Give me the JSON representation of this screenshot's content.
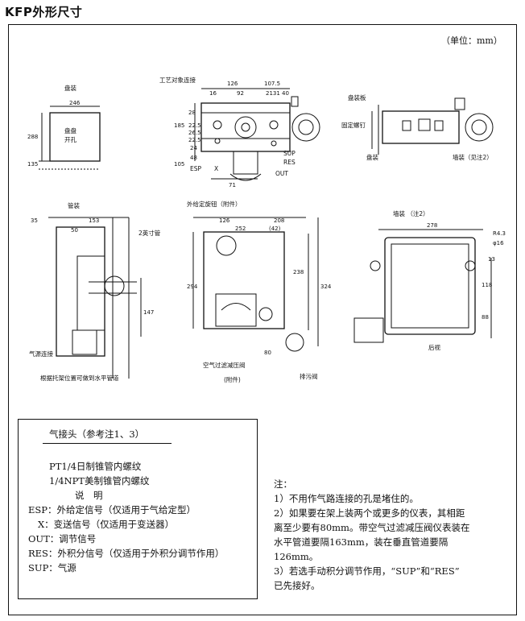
{
  "title": "KFP外形尺寸",
  "unit": "（单位：mm）",
  "views": {
    "panel": {
      "label": "盘装",
      "w": "246",
      "h": "288",
      "o": "135",
      "hole": "盘盘开孔",
      "hole_lines": [
        "盘盘",
        "开孔"
      ]
    },
    "front_top": {
      "conn": "工艺对象连接",
      "dims_top": [
        "126",
        "107.5"
      ],
      "dims_top2": [
        "16",
        "92",
        "2131",
        "40"
      ],
      "dims_left": [
        "28",
        "22.5",
        "26.5",
        "22.5",
        "185",
        "24",
        "48",
        "105"
      ],
      "dim_bottom": "71",
      "ports": [
        "SUP",
        "RES",
        "OUT"
      ],
      "esp": "ESP",
      "x": "X"
    },
    "side_top": {
      "label1": "盘装",
      "label2": "墙装（见注2）",
      "plate": "盘装板",
      "screw": "固定螺钉"
    },
    "pipe": {
      "label": "管装",
      "dims": [
        "35",
        "153",
        "50",
        "147"
      ],
      "pipe_label": "2英寸管",
      "conn": "气源连接",
      "bottom": "根据托架位置可做到水平管道"
    },
    "front_mid": {
      "label": "外给定旋钮（附件）",
      "dims_top": [
        "126",
        "208",
        "252",
        "(42)"
      ],
      "dims_side": [
        "294",
        "238",
        "324"
      ],
      "dim_bottom": "80",
      "filter": "空气过滤减压阀",
      "attach": "(附件)",
      "drain": "排污阀"
    },
    "wall": {
      "label": "墙装 （注2）",
      "dims": [
        "278",
        "R4.3",
        "φ16",
        "13",
        "118",
        "88"
      ],
      "back": "后视"
    }
  },
  "legend": {
    "header": "气接头（参考注1、3）",
    "thread1": "PT1/4日制锥管内螺纹",
    "thread2": "1/4NPT美制锥管内螺纹",
    "desc": "说　明",
    "items": [
      "ESP：外给定信号（仅适用于气给定型）",
      "X：变送信号（仅适用于变送器）",
      "OUT：调节信号",
      "RES：外积分信号（仅适用于外积分调节作用）",
      "SUP：气源"
    ]
  },
  "notes": {
    "label": "注：",
    "lines": [
      "1）不用作气路连接的孔是堵住的。",
      "2）如果要在架上装两个或更多的仪表，其相距",
      "离至少要有80mm。带空气过滤减压阀仪表装在",
      "水平管道要隔163mm，装在垂直管道要隔",
      "126mm。",
      "3）若选手动积分调节作用，“SUP”和“RES”",
      "已先接好。"
    ]
  }
}
